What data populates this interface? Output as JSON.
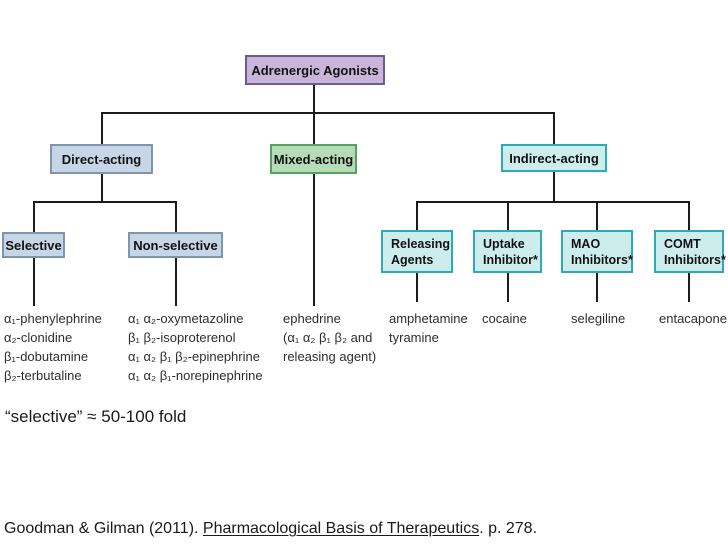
{
  "diagram": {
    "title_box": "Adrenergic Agonists",
    "branches": {
      "direct": {
        "label": "Direct-acting"
      },
      "mixed": {
        "label": "Mixed-acting"
      },
      "indirect": {
        "label": "Indirect-acting"
      }
    },
    "direct_children": {
      "selective": {
        "label": "Selective"
      },
      "non_selective": {
        "label": "Non-selective"
      }
    },
    "indirect_children": {
      "releasing": {
        "line1": "Releasing",
        "line2": "Agents"
      },
      "uptake": {
        "line1": "Uptake",
        "line2": "Inhibitor*"
      },
      "mao": {
        "line1": "MAO",
        "line2": "Inhibitors*"
      },
      "comt": {
        "line1": "COMT",
        "line2": "Inhibitors*"
      }
    },
    "drug_lists": {
      "selective": [
        "α₁-phenylephrine",
        "α₂-clonidine",
        "β₁-dobutamine",
        "β₂-terbutaline"
      ],
      "non_selective": [
        "α₁ α₂-oxymetazoline",
        "β₁ β₂-isoproterenol",
        "α₁ α₂ β₁ β₂-epinephrine",
        "α₁ α₂ β₁-norepinephrine"
      ],
      "mixed": [
        "ephedrine",
        "(α₁ α₂ β₁ β₂ and",
        "releasing agent)"
      ],
      "releasing": [
        "amphetamine",
        "tyramine"
      ],
      "uptake": [
        "cocaine"
      ],
      "mao": [
        "selegiline"
      ],
      "comt": [
        "entacapone"
      ]
    },
    "colors": {
      "root_fill": "#c9b5d9",
      "root_border": "#6c5b93",
      "blue_fill": "#c6d6e7",
      "blue_border": "#7d95ad",
      "green_fill": "#b6dbb6",
      "green_border": "#55a161",
      "teal_fill": "#cdeded",
      "teal_border": "#2fa9b4",
      "connector_line": "#1b1b1b"
    }
  },
  "notes": {
    "selectivity": "“selective” ≈ 50-100 fold"
  },
  "citation": {
    "prefix": "Goodman & Gilman (2011). ",
    "title": "Pharmacological Basis of Therapeutics",
    "suffix": ". p. 278."
  }
}
